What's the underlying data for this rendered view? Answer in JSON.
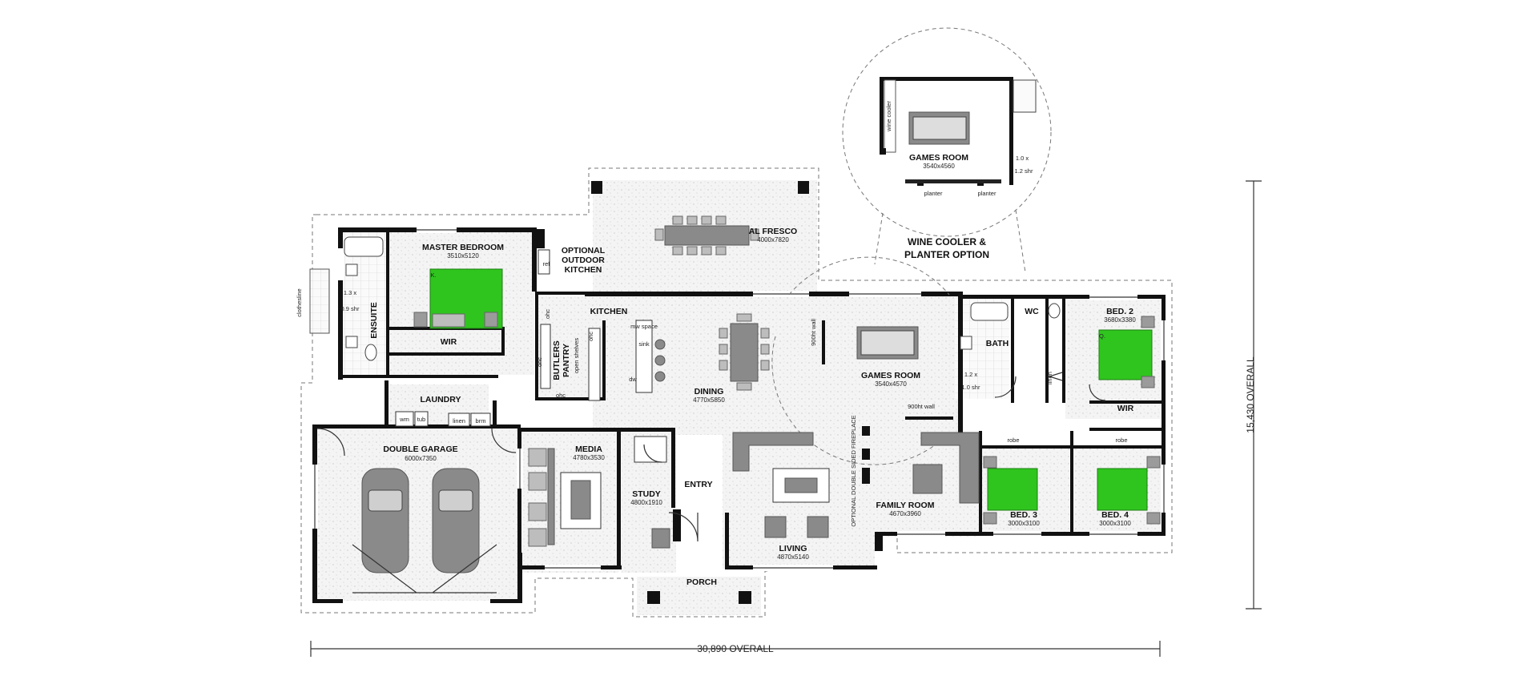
{
  "rooms": {
    "master_bedroom": {
      "label": "MASTER BEDROOM",
      "dim": "3510x5120"
    },
    "ensuite": {
      "label": "ENSUITE"
    },
    "wir_master": {
      "label": "WIR"
    },
    "al_fresco": {
      "label": "AL FRESCO",
      "dim": "4000x7820"
    },
    "outdoor_kitchen": {
      "line1": "OPTIONAL",
      "line2": "OUTDOOR",
      "line3": "KITCHEN"
    },
    "kitchen": {
      "label": "KITCHEN"
    },
    "butlers_pantry": {
      "line1": "BUTLERS",
      "line2": "PANTRY"
    },
    "dining": {
      "label": "DINING",
      "dim": "4770x5850"
    },
    "games_room": {
      "label": "GAMES ROOM",
      "dim": "3540x4570"
    },
    "bath": {
      "label": "BATH"
    },
    "wc": {
      "label": "WC"
    },
    "bed2": {
      "label": "BED. 2",
      "dim": "3680x3380"
    },
    "wir_bed2": {
      "label": "WIR"
    },
    "laundry": {
      "label": "LAUNDRY"
    },
    "double_garage": {
      "label": "DOUBLE GARAGE",
      "dim": "6000x7350"
    },
    "media": {
      "label": "MEDIA",
      "dim": "4780x3530"
    },
    "study": {
      "label": "STUDY",
      "dim": "4800x1910"
    },
    "entry": {
      "label": "ENTRY"
    },
    "porch": {
      "label": "PORCH"
    },
    "living": {
      "label": "LIVING",
      "dim": "4870x5140"
    },
    "family_room": {
      "label": "FAMILY ROOM",
      "dim": "4670x3960"
    },
    "bed3": {
      "label": "BED. 3",
      "dim": "3000x3100"
    },
    "bed4": {
      "label": "BED. 4",
      "dim": "3000x3100"
    }
  },
  "fixtures": {
    "ref": "ref",
    "ohc": "ohc",
    "mw_space": "mw space",
    "sink": "sink",
    "dw": "dw",
    "open_shelves": "open shelves",
    "shr_ensuite_a": "1.3 x",
    "shr_ensuite_b": "0.9 shr",
    "shr_bath_a": "1.2 x",
    "shr_bath_b": "1.0 shr",
    "wall_900_a": "900ht wall",
    "wall_900_b": "900ht wall",
    "optional_double_sided": "OPTIONAL DOUBLE SIDED FIREPLACE",
    "linen": "linen",
    "robe": "robe",
    "wm": "wm",
    "tub": "tub",
    "brm": "brm",
    "clothesline": "clothesline",
    "bed_mark": "Q.",
    "master_bed_mark": "K."
  },
  "inset": {
    "title_line1": "WINE COOLER &",
    "title_line2": "PLANTER OPTION",
    "games_room": "GAMES ROOM",
    "games_dim": "3540x4560",
    "wine_cooler": "wine cooler",
    "planter": "planter",
    "shr_a": "1.0 x",
    "shr_b": "1.2 shr"
  },
  "overall": {
    "width": "30,890 OVERALL",
    "depth": "15,430 OVERALL"
  },
  "colors": {
    "wall": "#111111",
    "bed_accent": "#2fc51e",
    "furniture": "#8a8a8a"
  }
}
